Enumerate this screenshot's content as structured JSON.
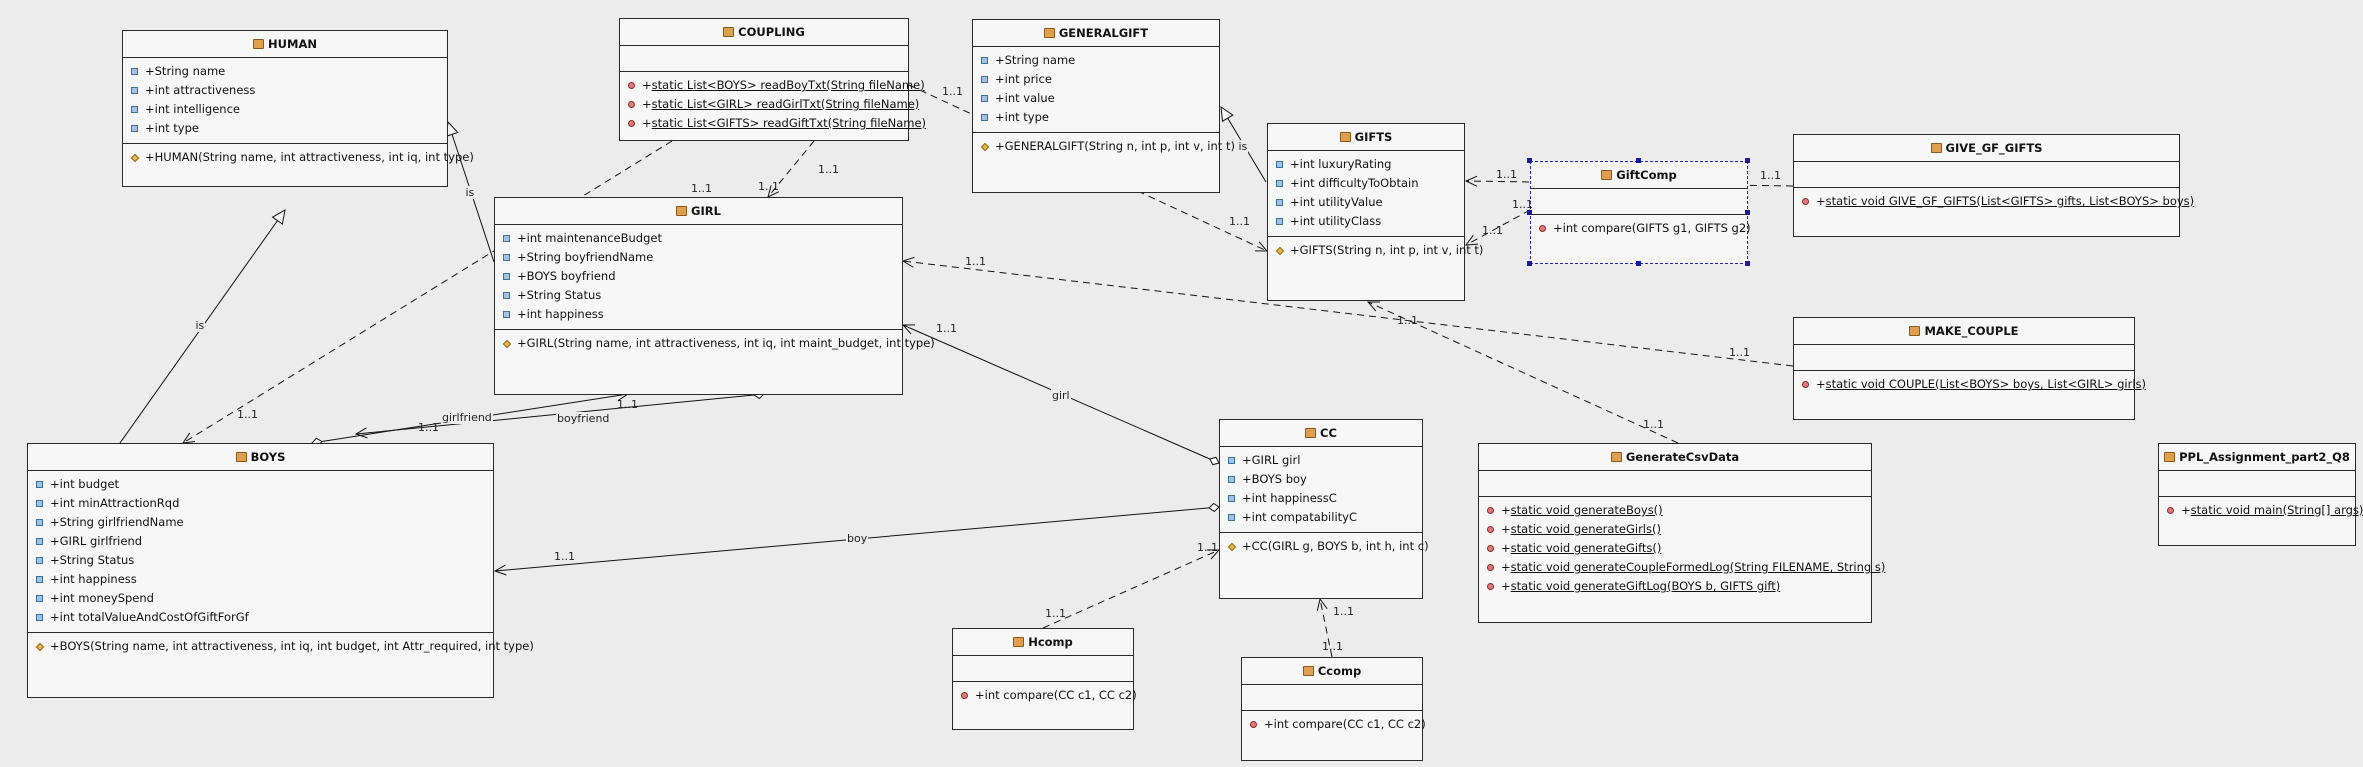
{
  "classes": [
    {
      "key": "HUMAN",
      "name": "HUMAN",
      "sections": [
        [
          {
            "k": "field",
            "t": "+String name"
          },
          {
            "k": "field",
            "t": "+int attractiveness"
          },
          {
            "k": "field",
            "t": "+int intelligence"
          },
          {
            "k": "field",
            "t": "+int type"
          }
        ],
        [
          {
            "k": "ctor",
            "t": "+HUMAN(String name, int attractiveness, int iq, int type)"
          }
        ]
      ]
    },
    {
      "key": "COUPLING",
      "name": "COUPLING",
      "sections": [
        [],
        [
          {
            "k": "meth",
            "t": "static List<BOYS> readBoyTxt(String fileName)",
            "s": true
          },
          {
            "k": "meth",
            "t": "static List<GIRL> readGirlTxt(String fileName)",
            "s": true
          },
          {
            "k": "meth",
            "t": "static List<GIFTS> readGiftTxt(String fileName)",
            "s": true
          }
        ]
      ]
    },
    {
      "key": "GENERALGIFT",
      "name": "GENERALGIFT",
      "sections": [
        [
          {
            "k": "field",
            "t": "+String name"
          },
          {
            "k": "field",
            "t": "+int price"
          },
          {
            "k": "field",
            "t": "+int value"
          },
          {
            "k": "field",
            "t": "+int type"
          }
        ],
        [
          {
            "k": "ctor",
            "t": "+GENERALGIFT(String n, int p, int v, int t)"
          }
        ]
      ]
    },
    {
      "key": "GIFTS",
      "name": "GIFTS",
      "sections": [
        [
          {
            "k": "field",
            "t": "+int luxuryRating"
          },
          {
            "k": "field",
            "t": "+int difficultyToObtain"
          },
          {
            "k": "field",
            "t": "+int utilityValue"
          },
          {
            "k": "field",
            "t": "+int utilityClass"
          }
        ],
        [
          {
            "k": "ctor",
            "t": "+GIFTS(String n, int p, int v, int t)"
          }
        ]
      ]
    },
    {
      "key": "GiftComp",
      "name": "GiftComp",
      "sections": [
        [],
        [
          {
            "k": "meth",
            "t": "+int compare(GIFTS g1, GIFTS g2)"
          }
        ]
      ]
    },
    {
      "key": "GIVE_GF_GIFTS",
      "name": "GIVE_GF_GIFTS",
      "sections": [
        [],
        [
          {
            "k": "meth",
            "t": "static void GIVE_GF_GIFTS(List<GIFTS> gifts, List<BOYS> boys)",
            "s": true
          }
        ]
      ]
    },
    {
      "key": "GIRL",
      "name": "GIRL",
      "sections": [
        [
          {
            "k": "field",
            "t": "+int maintenanceBudget"
          },
          {
            "k": "field",
            "t": "+String boyfriendName"
          },
          {
            "k": "field",
            "t": "+BOYS boyfriend"
          },
          {
            "k": "field",
            "t": "+String Status"
          },
          {
            "k": "field",
            "t": "+int happiness"
          }
        ],
        [
          {
            "k": "ctor",
            "t": "+GIRL(String name, int attractiveness, int iq, int maint_budget, int type)"
          }
        ]
      ]
    },
    {
      "key": "MAKE_COUPLE",
      "name": "MAKE_COUPLE",
      "sections": [
        [],
        [
          {
            "k": "meth",
            "t": "static void COUPLE(List<BOYS> boys, List<GIRL> girls)",
            "s": true
          }
        ]
      ]
    },
    {
      "key": "BOYS",
      "name": "BOYS",
      "sections": [
        [
          {
            "k": "field",
            "t": "+int budget"
          },
          {
            "k": "field",
            "t": "+int minAttractionRqd"
          },
          {
            "k": "field",
            "t": "+String girlfriendName"
          },
          {
            "k": "field",
            "t": "+GIRL girlfriend"
          },
          {
            "k": "field",
            "t": "+String Status"
          },
          {
            "k": "field",
            "t": "+int happiness"
          },
          {
            "k": "field",
            "t": "+int moneySpend"
          },
          {
            "k": "field",
            "t": "+int totalValueAndCostOfGiftForGf"
          }
        ],
        [
          {
            "k": "ctor",
            "t": "+BOYS(String name, int attractiveness, int iq, int budget, int Attr_required, int type)"
          }
        ]
      ]
    },
    {
      "key": "CC",
      "name": "CC",
      "sections": [
        [
          {
            "k": "field",
            "t": "+GIRL girl"
          },
          {
            "k": "field",
            "t": "+BOYS boy"
          },
          {
            "k": "field",
            "t": "+int happinessC"
          },
          {
            "k": "field",
            "t": "+int compatabilityC"
          }
        ],
        [
          {
            "k": "ctor",
            "t": "+CC(GIRL g, BOYS b, int h, int c)"
          }
        ]
      ]
    },
    {
      "key": "GenerateCsvData",
      "name": "GenerateCsvData",
      "sections": [
        [],
        [
          {
            "k": "meth",
            "t": "static void generateBoys()",
            "s": true
          },
          {
            "k": "meth",
            "t": "static void generateGirls()",
            "s": true
          },
          {
            "k": "meth",
            "t": "static void generateGifts()",
            "s": true
          },
          {
            "k": "meth",
            "t": "static void generateCoupleFormedLog(String FILENAME, String s)",
            "s": true
          },
          {
            "k": "meth",
            "t": "static void generateGiftLog(BOYS b, GIFTS gift)",
            "s": true
          }
        ]
      ]
    },
    {
      "key": "PPL_Assignment_part2_Q8",
      "name": "PPL_Assignment_part2_Q8",
      "sections": [
        [],
        [
          {
            "k": "meth",
            "t": "static void main(String[] args)",
            "s": true
          }
        ]
      ]
    },
    {
      "key": "Hcomp",
      "name": "Hcomp",
      "sections": [
        [],
        [
          {
            "k": "meth",
            "t": "+int compare(CC c1, CC c2)"
          }
        ]
      ]
    },
    {
      "key": "Ccomp",
      "name": "Ccomp",
      "sections": [
        [],
        [
          {
            "k": "meth",
            "t": "+int compare(CC c1, CC c2)"
          }
        ]
      ]
    }
  ],
  "relations": [
    {
      "from": "BOYS",
      "to": "HUMAN",
      "kind": "generalization",
      "label": "is"
    },
    {
      "from": "GIRL",
      "to": "HUMAN",
      "kind": "generalization",
      "label": "is"
    },
    {
      "from": "GIFTS",
      "to": "GENERALGIFT",
      "kind": "generalization",
      "label": "is"
    },
    {
      "from": "BOYS",
      "to": "GIRL",
      "kind": "aggregation",
      "label": "girlfriend",
      "mult": "1..1"
    },
    {
      "from": "GIRL",
      "to": "BOYS",
      "kind": "aggregation",
      "label": "boyfriend",
      "mult": "1..1"
    },
    {
      "from": "CC",
      "to": "GIRL",
      "kind": "aggregation",
      "label": "girl",
      "mult": "1..1"
    },
    {
      "from": "CC",
      "to": "BOYS",
      "kind": "aggregation",
      "label": "boy",
      "mult": "1..1"
    },
    {
      "from": "COUPLING",
      "to": "BOYS",
      "kind": "dependency",
      "mult_from": "1..1",
      "mult_to": "1..1"
    },
    {
      "from": "COUPLING",
      "to": "GIRL",
      "kind": "dependency",
      "mult_from": "1..1",
      "mult_to": "1..1"
    },
    {
      "from": "COUPLING",
      "to": "GIFTS",
      "kind": "dependency",
      "mult_from": "1..1",
      "mult_to": "1..1"
    },
    {
      "from": "GIVE_GF_GIFTS",
      "to": "GIFTS",
      "kind": "dependency",
      "mult_from": "1..1",
      "mult_to": "1..1"
    },
    {
      "from": "GiftComp",
      "to": "GIFTS",
      "kind": "dependency",
      "mult_from": "1..1",
      "mult_to": "1..1"
    },
    {
      "from": "MAKE_COUPLE",
      "to": "GIRL",
      "kind": "dependency",
      "mult_from": "1..1",
      "mult_to": "1..1"
    },
    {
      "from": "GenerateCsvData",
      "to": "GIFTS",
      "kind": "dependency",
      "mult_from": "1..1",
      "mult_to": "1..1"
    },
    {
      "from": "Hcomp",
      "to": "CC",
      "kind": "dependency",
      "mult_from": "1..1",
      "mult_to": "1..1"
    },
    {
      "from": "Ccomp",
      "to": "CC",
      "kind": "dependency",
      "mult_from": "1..1",
      "mult_to": "1..1"
    }
  ],
  "colors": {
    "line": "#111111",
    "selection": "#2222cc",
    "classIcon": "#e0a050"
  }
}
